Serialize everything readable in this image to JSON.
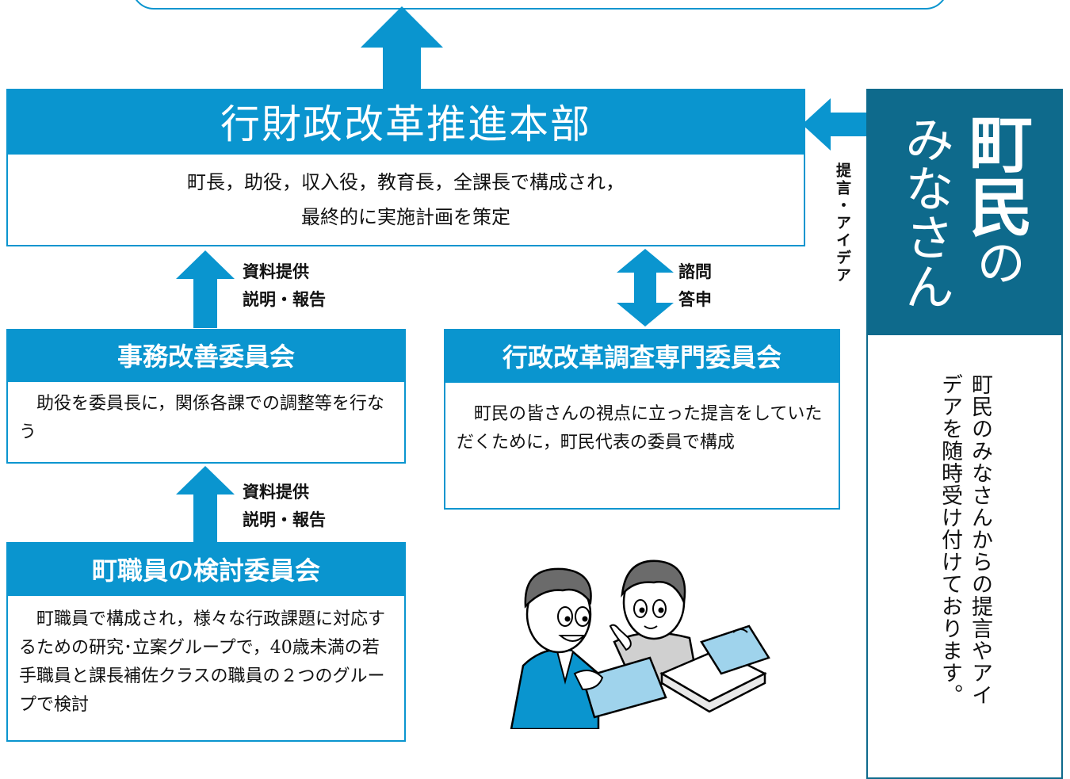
{
  "headquarters": {
    "title": "行財政改革推進本部",
    "line1": "町長，助役，収入役，教育長，全課長で構成され，",
    "line2": "最終的に実施計画を策定"
  },
  "labels": {
    "upper_left": [
      "資料提供",
      "説明・報告"
    ],
    "lower_left": [
      "資料提供",
      "説明・報告"
    ],
    "consult": [
      "諮問",
      "答申"
    ],
    "proposal": "提言・アイデア"
  },
  "jimu": {
    "title": "事務改善委員会",
    "body": "助役を委員長に，関係各課での調整等を行なう"
  },
  "gyosei": {
    "title": "行政改革調査専門委員会",
    "body": "町民の皆さんの視点に立った提言をしていただくために，町民代表の委員で構成"
  },
  "staff": {
    "title": "町職員の検討委員会",
    "body": "町職員で構成され，様々な行政課題に対応するための研究･立案グループで，40歳未満の若手職員と課長補佐クラスの職員の２つのグループで検討"
  },
  "citizens": {
    "title_col1": "町民",
    "title_col2": "みなさん",
    "title_particle": "の",
    "body_col1": "町民のみなさんからの提言やアイ",
    "body_col2": "デアを随時受け付けております。"
  },
  "colors": {
    "primary_blue": "#0a95cf",
    "navy": "#0e6a8c"
  }
}
